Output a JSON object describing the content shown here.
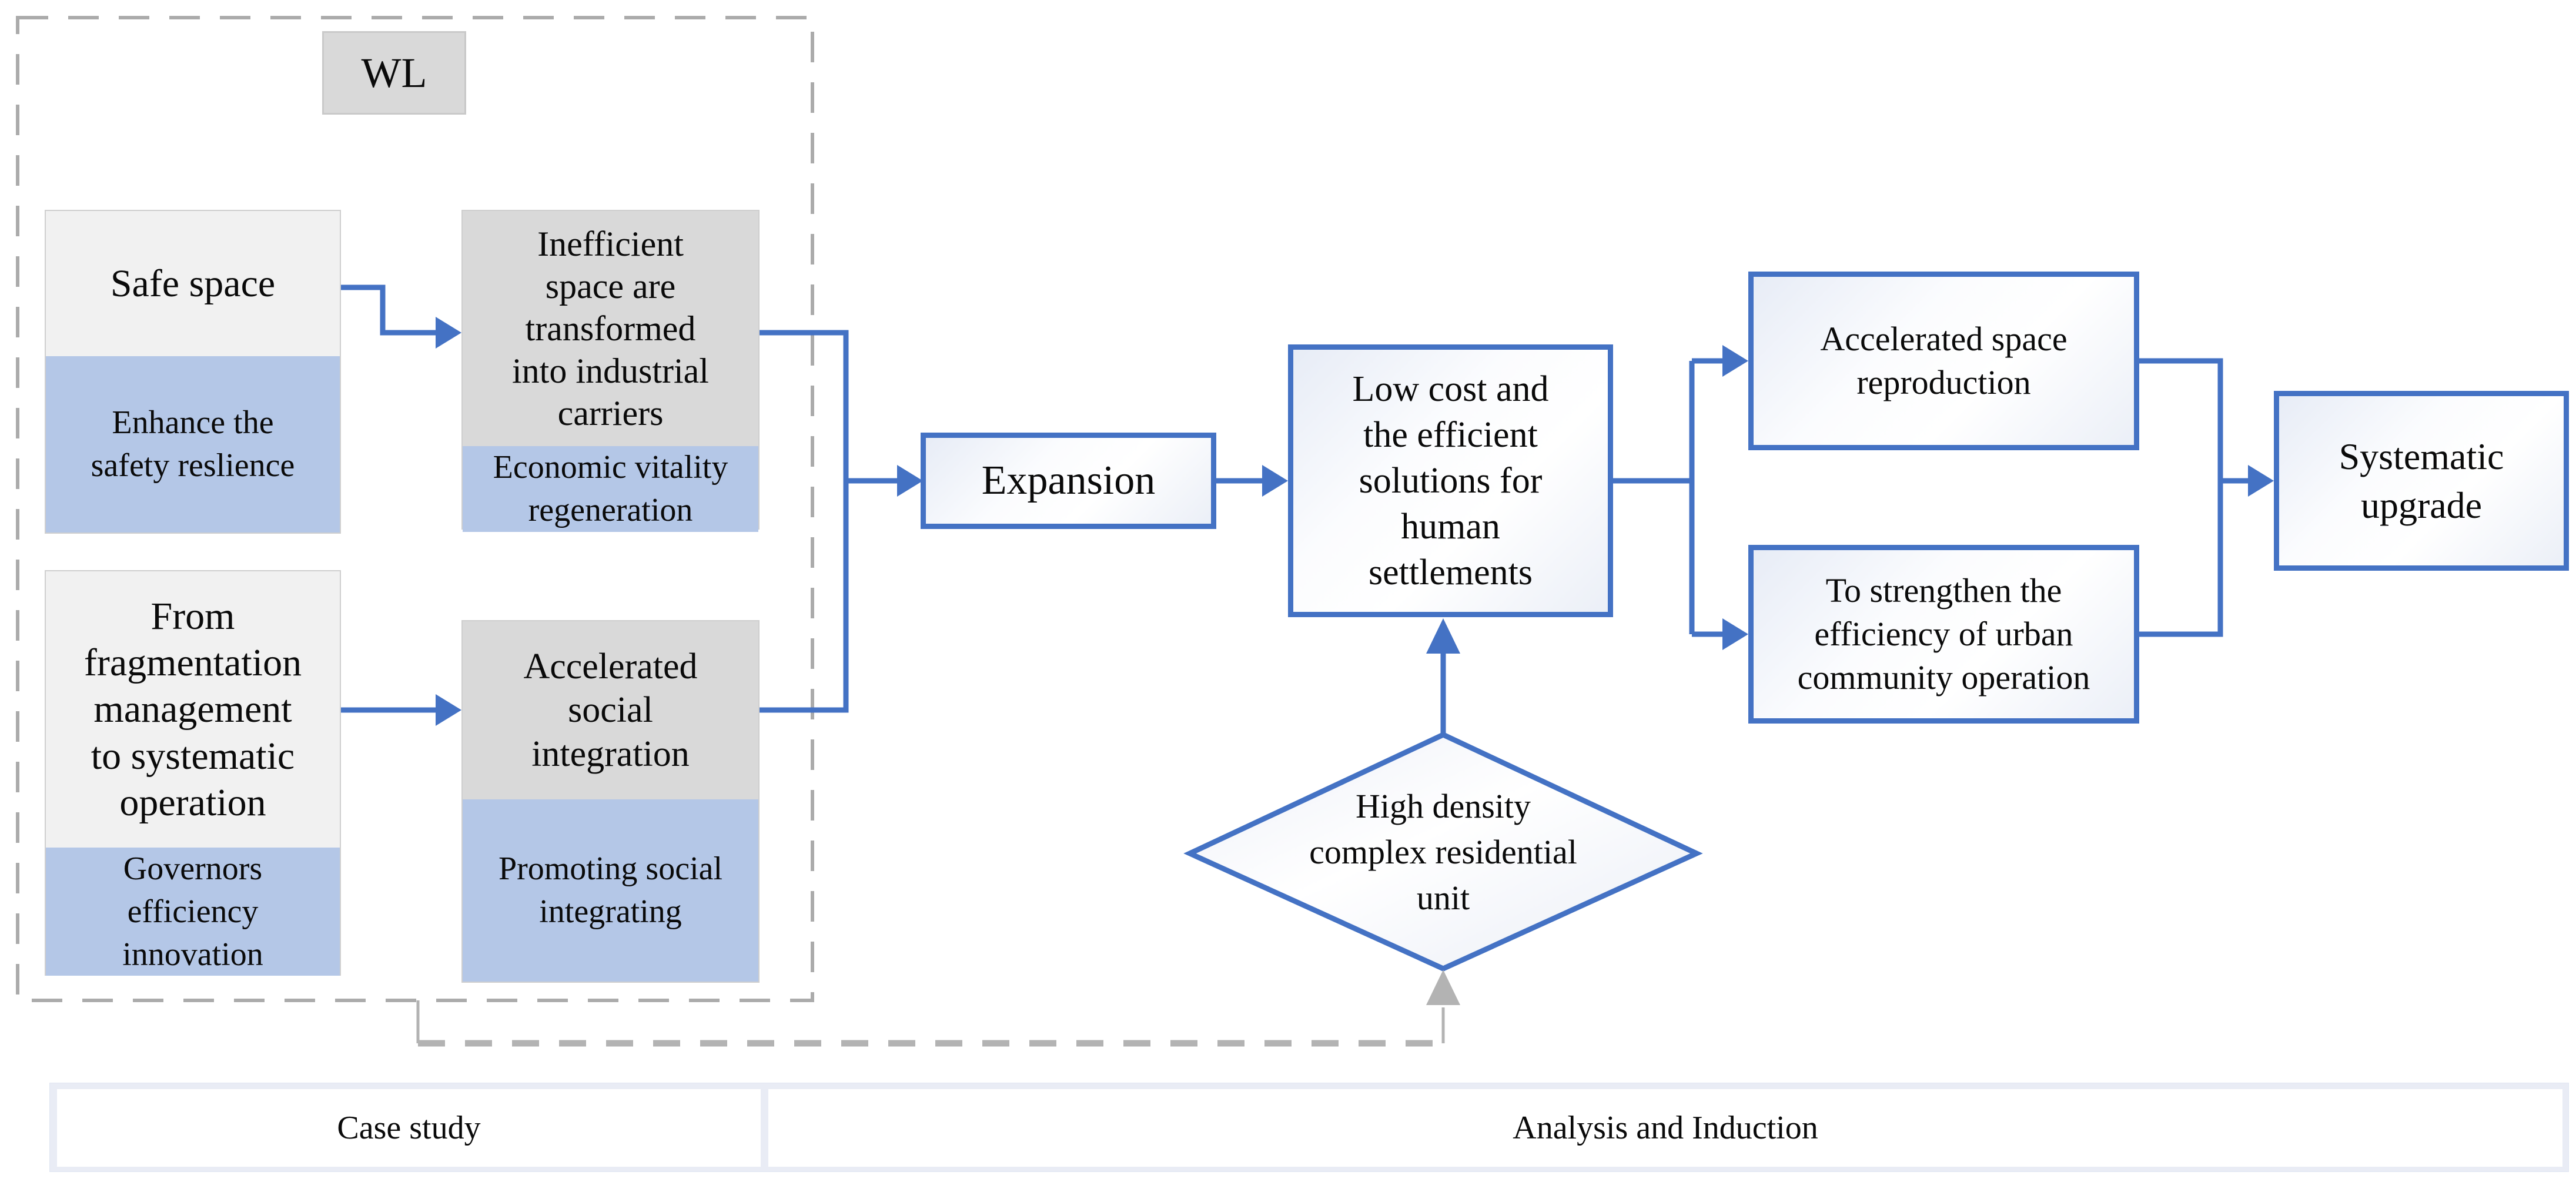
{
  "colors": {
    "accent_blue": "#4472C4",
    "light_blue_fill": "#B4C7E7",
    "gray_fill": "#D9D9D9",
    "panel_fill": "#F1F1F1",
    "dashed_border_gray": "#ABABAB",
    "gray_arrow": "#B3B3B3",
    "footer_fill": "#E9ECF5"
  },
  "wl_box": {
    "label": "WL"
  },
  "left_panel": {
    "safe_space": {
      "title": "Safe space",
      "subtitle": "Enhance the\nsafety reslience"
    },
    "inefficient_space": {
      "title": "Inefficient\nspace are\ntransformed\ninto industrial\ncarriers",
      "subtitle": "Economic vitality\nregeneration"
    },
    "fragmentation": {
      "title": "From\nfragmentation\nmanagement\nto systematic\noperation",
      "subtitle": "Governors\nefficiency\ninnovation"
    },
    "social_integration": {
      "title": "Accelerated\nsocial\nintegration",
      "subtitle": "Promoting social\nintegrating"
    }
  },
  "flow": {
    "expansion": {
      "label": "Expansion"
    },
    "low_cost": {
      "label": "Low cost and\nthe efficient\nsolutions for\nhuman\nsettlements"
    },
    "space_reproduction": {
      "label": "Accelerated space\nreproduction"
    },
    "community_operation": {
      "label": "To strengthen the\nefficiency of urban\ncommunity operation"
    },
    "systematic_upgrade": {
      "label": "Systematic\nupgrade"
    },
    "residential_unit": {
      "label": "High density\ncomplex residential\nunit"
    }
  },
  "footer": {
    "case_study": "Case study",
    "analysis": "Analysis and Induction"
  }
}
